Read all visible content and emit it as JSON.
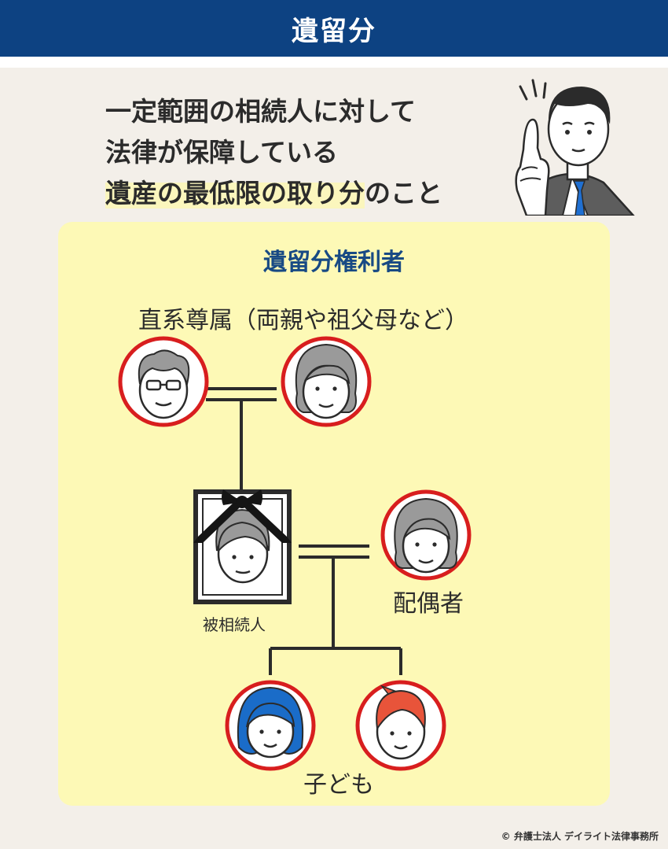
{
  "header": {
    "title": "遺留分"
  },
  "definition": {
    "line1": "一定範囲の相続人に対して",
    "line2": "法律が保障している",
    "line3_highlight": "遺産の最低限の取り分",
    "line3_rest": "のこと"
  },
  "panel": {
    "title": "遺留分権利者",
    "ascendants_label": "直系尊属（両親や祖父母など）",
    "decedent_label": "被相続人",
    "spouse_label": "配偶者",
    "children_label": "子ども"
  },
  "footer": {
    "copyright": "© 弁護士法人 デイライト法律事務所"
  },
  "colors": {
    "header_bg": "#0d4282",
    "panel_bg": "#fdf9b6",
    "highlight": "#fbf6bd",
    "title_text": "#184a84",
    "circle_ring": "#d81e1e",
    "line": "#2b2b2b",
    "tie": "#1f6fd1",
    "child_hair_blue": "#1a6cc8",
    "child_hair_orange": "#e8543a"
  },
  "icons": [
    "presenter-man-icon",
    "grandfather-icon",
    "grandmother-icon",
    "decedent-portrait-icon",
    "mourning-ribbon-icon",
    "spouse-woman-icon",
    "daughter-icon",
    "son-icon"
  ]
}
